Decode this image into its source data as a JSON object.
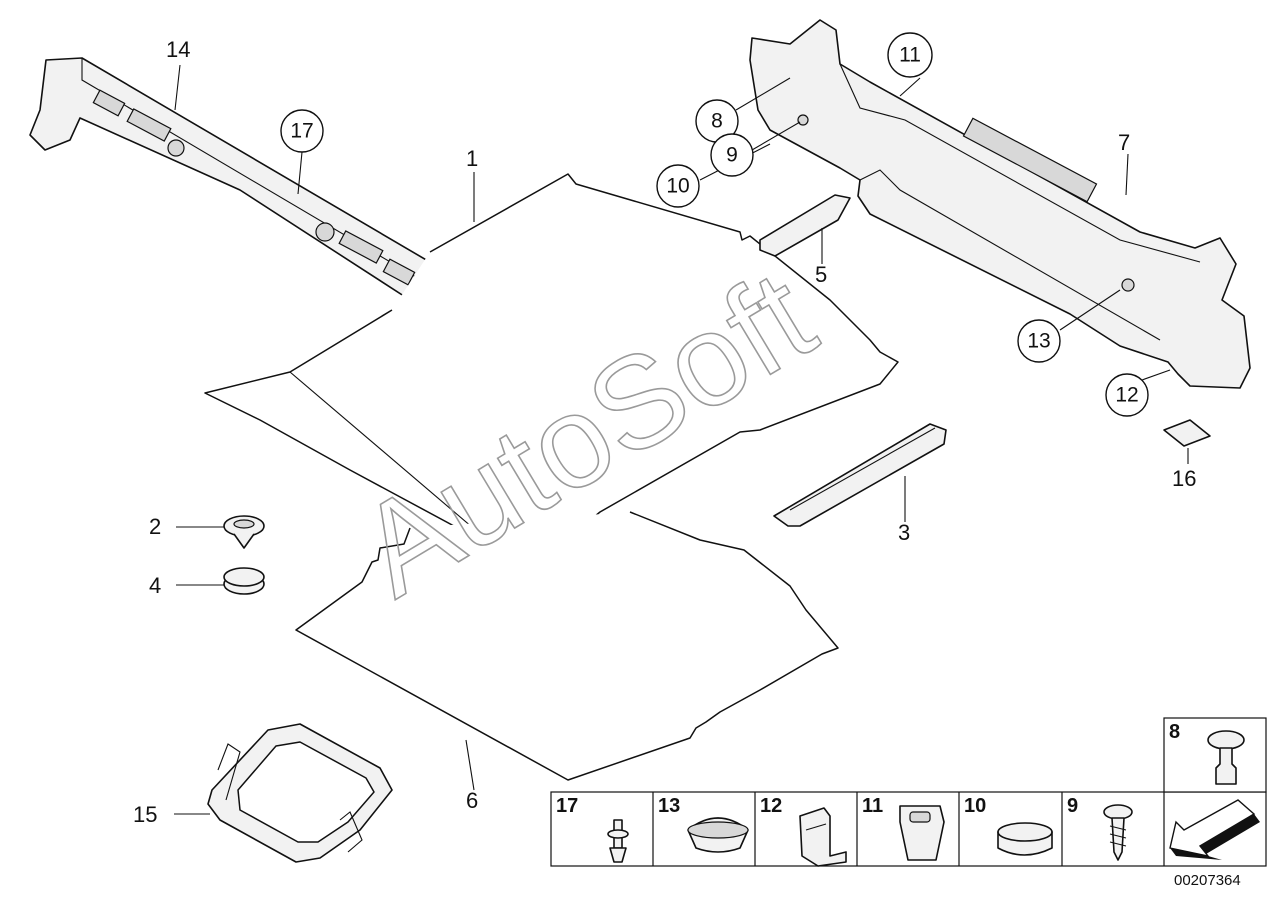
{
  "diagram": {
    "watermark": "AutoSoft",
    "drawing_number": "00207364",
    "callouts": [
      {
        "id": "c1",
        "num": "1",
        "circled": false
      },
      {
        "id": "c2",
        "num": "2",
        "circled": false
      },
      {
        "id": "c3",
        "num": "3",
        "circled": false
      },
      {
        "id": "c4",
        "num": "4",
        "circled": false
      },
      {
        "id": "c5",
        "num": "5",
        "circled": false
      },
      {
        "id": "c6",
        "num": "6",
        "circled": false
      },
      {
        "id": "c7",
        "num": "7",
        "circled": false
      },
      {
        "id": "c8",
        "num": "8",
        "circled": true
      },
      {
        "id": "c9",
        "num": "9",
        "circled": true
      },
      {
        "id": "c10",
        "num": "10",
        "circled": true
      },
      {
        "id": "c11",
        "num": "11",
        "circled": true
      },
      {
        "id": "c12",
        "num": "12",
        "circled": true
      },
      {
        "id": "c13",
        "num": "13",
        "circled": true
      },
      {
        "id": "c14",
        "num": "14",
        "circled": false
      },
      {
        "id": "c15",
        "num": "15",
        "circled": false
      },
      {
        "id": "c16",
        "num": "16",
        "circled": false
      },
      {
        "id": "c17",
        "num": "17",
        "circled": true
      }
    ],
    "legend_cells": [
      {
        "num": "17",
        "part": "push-rivet"
      },
      {
        "num": "13",
        "part": "cap"
      },
      {
        "num": "12",
        "part": "clip"
      },
      {
        "num": "11",
        "part": "grommet"
      },
      {
        "num": "10",
        "part": "plug"
      },
      {
        "num": "9",
        "part": "screw"
      },
      {
        "num": "8",
        "part": "expanding-rivet"
      }
    ]
  }
}
